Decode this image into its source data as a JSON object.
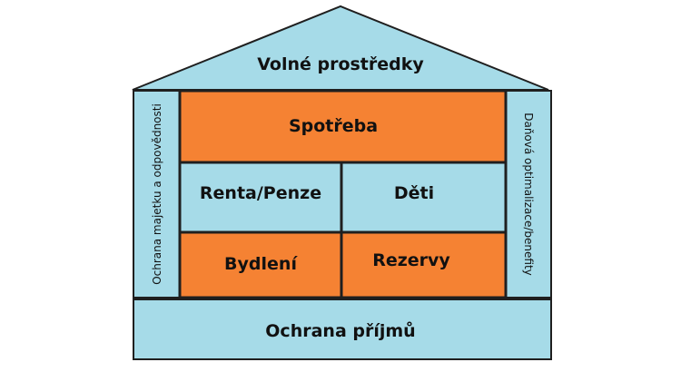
{
  "colors": {
    "light_blue": "#a6dbe8",
    "orange": "#f58233",
    "outline": "#1f1f1f"
  },
  "house": {
    "roof_label": "Volné prostředky",
    "left_pillar_label": "Ochrana majetku a odpovědnosti",
    "right_pillar_label": "Daňová optimalizace/benefity",
    "blocks": {
      "consumption": "Spotřeba",
      "pension": "Renta/Penze",
      "children": "Děti",
      "housing": "Bydlení",
      "reserves": "Rezervy"
    },
    "foundation_label": "Ochrana příjmů"
  }
}
